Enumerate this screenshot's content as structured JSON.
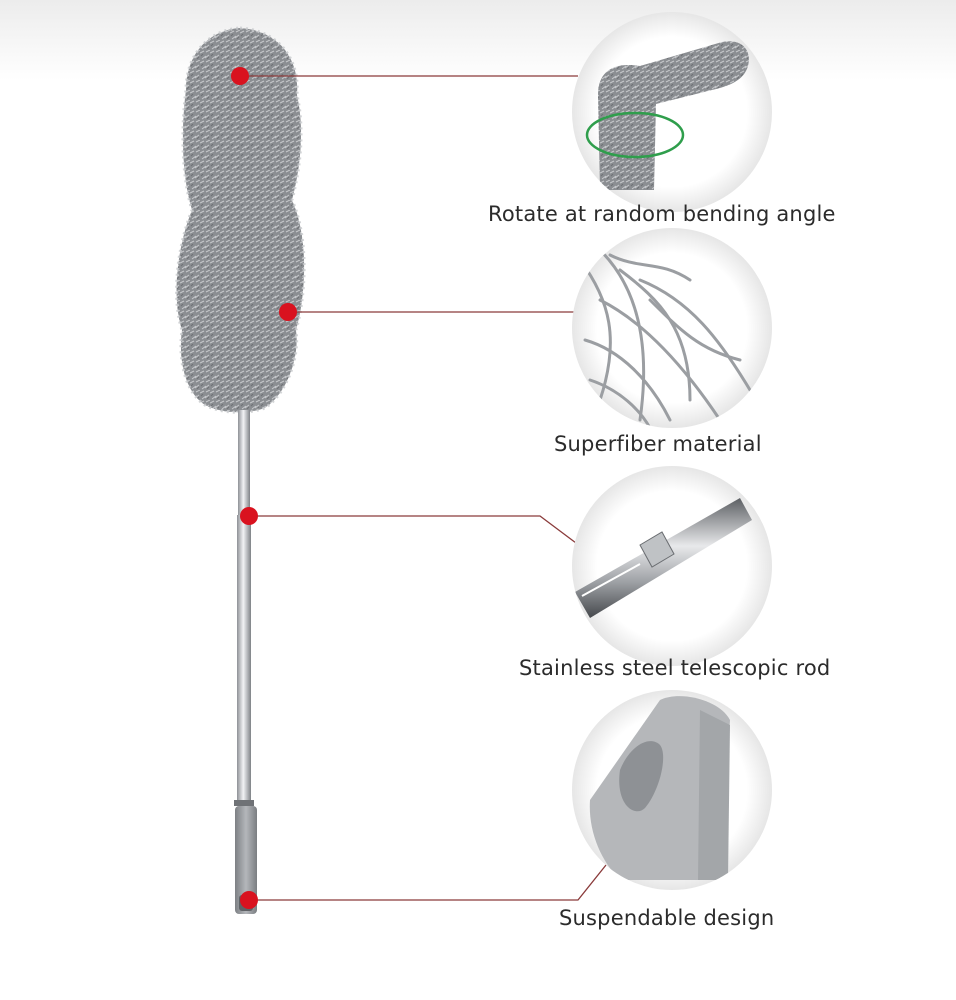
{
  "features": [
    {
      "label": "Rotate at random bending angle",
      "icon": "bent-duster-head-photo"
    },
    {
      "label": "Superfiber material",
      "icon": "microfiber-closeup-photo"
    },
    {
      "label": "Stainless steel telescopic rod",
      "icon": "steel-rod-closeup-photo"
    },
    {
      "label": "Suspendable design",
      "icon": "handle-hang-hole-photo"
    }
  ],
  "colors": {
    "marker": "#d9121f",
    "leader": "#8a3a3a",
    "fiber": "#8d9094",
    "rod": "#c9ccd0",
    "handle": "#9a9da1"
  }
}
